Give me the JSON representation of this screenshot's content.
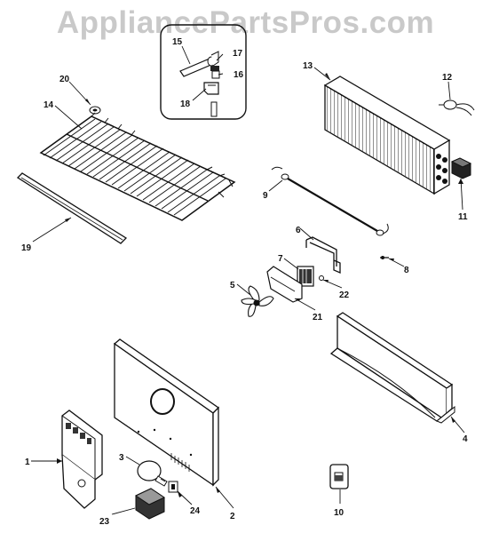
{
  "watermark": "AppliancePartsPros.com",
  "callouts": [
    {
      "id": "c1",
      "text": "1"
    },
    {
      "id": "c2",
      "text": "2"
    },
    {
      "id": "c3",
      "text": "3"
    },
    {
      "id": "c4",
      "text": "4"
    },
    {
      "id": "c5",
      "text": "5"
    },
    {
      "id": "c6",
      "text": "6"
    },
    {
      "id": "c7",
      "text": "7"
    },
    {
      "id": "c8",
      "text": "8"
    },
    {
      "id": "c9",
      "text": "9"
    },
    {
      "id": "c10",
      "text": "10"
    },
    {
      "id": "c11",
      "text": "11"
    },
    {
      "id": "c12",
      "text": "12"
    },
    {
      "id": "c13",
      "text": "13"
    },
    {
      "id": "c14",
      "text": "14"
    },
    {
      "id": "c15",
      "text": "15"
    },
    {
      "id": "c16",
      "text": "16"
    },
    {
      "id": "c17",
      "text": "17"
    },
    {
      "id": "c18",
      "text": "18"
    },
    {
      "id": "c19",
      "text": "19"
    },
    {
      "id": "c20",
      "text": "20"
    },
    {
      "id": "c21",
      "text": "21"
    },
    {
      "id": "c22",
      "text": "22"
    },
    {
      "id": "c23",
      "text": "23"
    },
    {
      "id": "c24",
      "text": "24"
    }
  ]
}
